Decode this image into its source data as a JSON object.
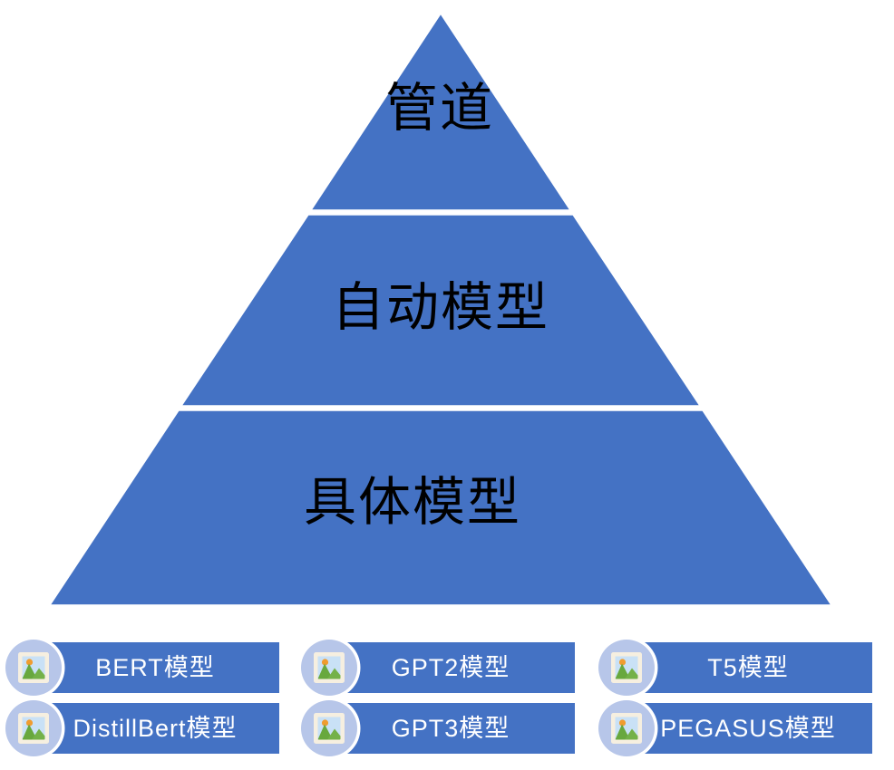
{
  "pyramid": {
    "levels": [
      {
        "label": "管道"
      },
      {
        "label": "自动模型"
      },
      {
        "label": "具体模型"
      }
    ],
    "fill_color": "#4472C4",
    "divider_color": "#FFFFFF",
    "text_color": "#000000"
  },
  "models": {
    "items": [
      {
        "label": "BERT模型"
      },
      {
        "label": "GPT2模型"
      },
      {
        "label": "T5模型"
      },
      {
        "label": "DistillBert模型"
      },
      {
        "label": "GPT3模型"
      },
      {
        "label": "PEGASUS模型"
      }
    ],
    "banner_color": "#4472C4",
    "circle_color": "#B7C6E9",
    "label_color": "#FFFFFF",
    "icon": "picture-icon",
    "icon_colors": {
      "frame": "#F6EFE0",
      "sky": "#C9E1F6",
      "sun": "#F09C2F",
      "mountain_left": "#68A83E",
      "mountain_right": "#74B149"
    }
  }
}
